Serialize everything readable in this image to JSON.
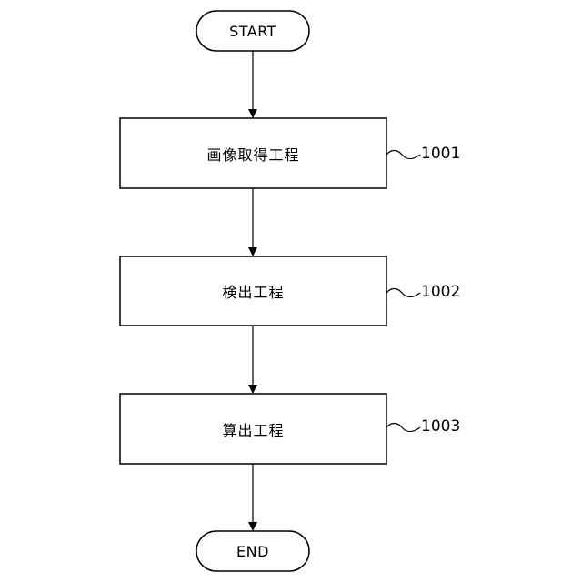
{
  "flowchart": {
    "start_label": "START",
    "end_label": "END",
    "steps": [
      {
        "label": "画像取得工程",
        "ref": "1001"
      },
      {
        "label": "検出工程",
        "ref": "1002"
      },
      {
        "label": "算出工程",
        "ref": "1003"
      }
    ]
  }
}
